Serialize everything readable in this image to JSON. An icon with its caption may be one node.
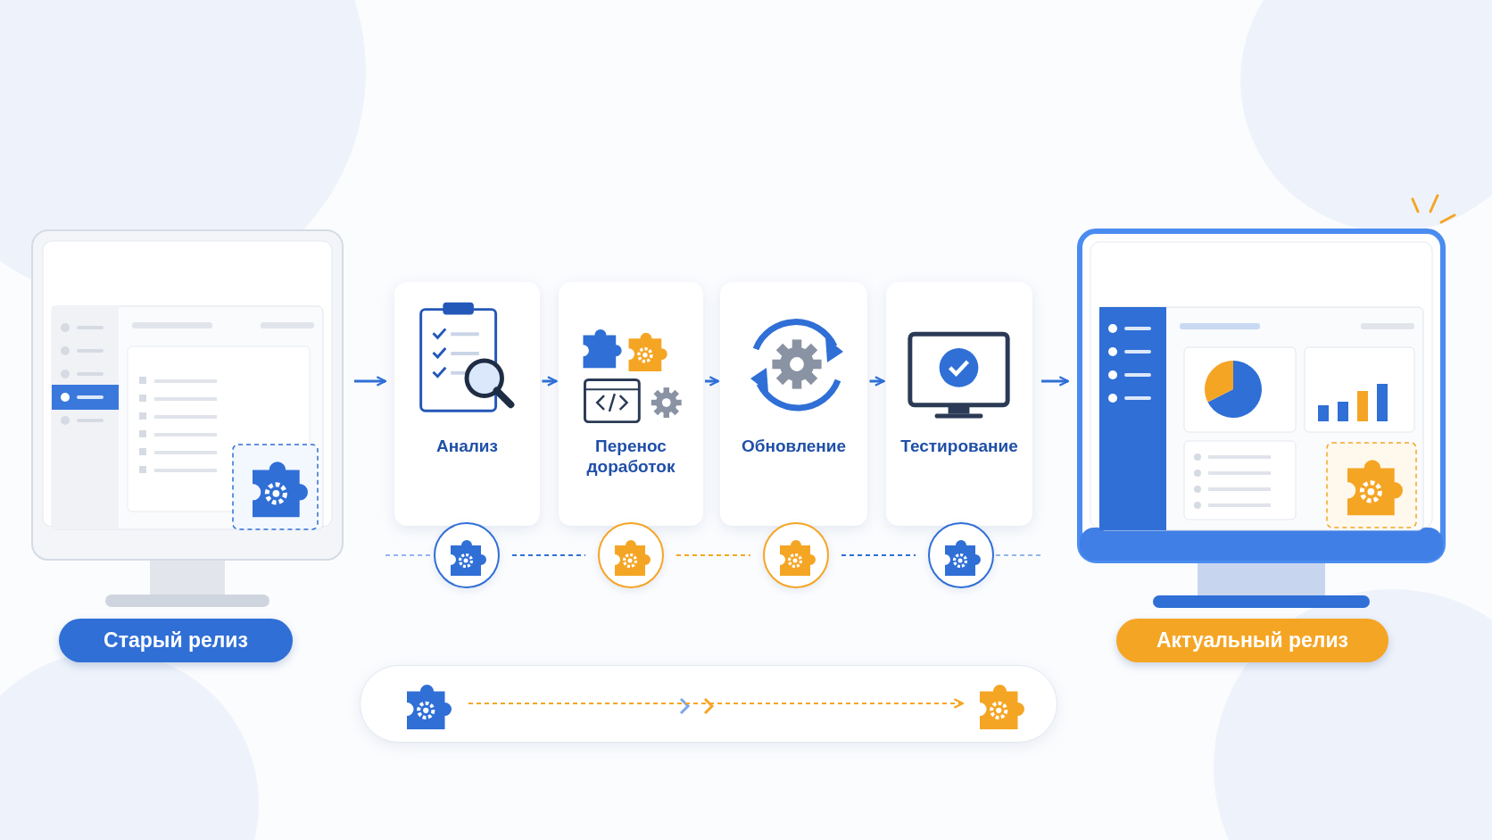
{
  "diagram": {
    "nodes": [
      {
        "text": [],
        "shape": "picture",
        "beside": [
          "Старый релиз"
        ]
      },
      {
        "text": [
          "Анализ"
        ]
      },
      {
        "text": [
          "Перенос доработок"
        ]
      },
      {
        "text": [
          "Обновление"
        ]
      },
      {
        "text": [
          "Тестирование"
        ]
      },
      {
        "text": [],
        "shape": "picture",
        "beside": [
          "Актуальный релиз"
        ]
      },
      {
        "text": [],
        "shape": "circle"
      },
      {
        "text": [],
        "shape": "circle"
      },
      {
        "text": [],
        "shape": "circle"
      },
      {
        "text": [],
        "shape": "circle"
      },
      {
        "text": [],
        "shape": "box"
      },
      {
        "text": [],
        "shape": "picture",
        "in": 10
      },
      {
        "text": [],
        "shape": "picture",
        "in": 10
      }
    ],
    "edges": [
      {
        "from": 0,
        "to": 1,
        "arrow": "to"
      },
      {
        "from": 1,
        "to": 2,
        "arrow": "to"
      },
      {
        "from": 2,
        "to": 3,
        "arrow": "to"
      },
      {
        "from": 3,
        "to": 4,
        "arrow": "to"
      },
      {
        "from": 4,
        "to": 5,
        "arrow": "to"
      },
      {
        "from": 6,
        "to": 7,
        "arrow": "none",
        "style": "dashed"
      },
      {
        "from": 7,
        "to": 8,
        "arrow": "none",
        "style": "dashed",
        "color": "#f5a524"
      },
      {
        "from": 8,
        "to": 9,
        "arrow": "none",
        "style": "dashed"
      },
      {
        "from": 11,
        "to": 12,
        "arrow": "to",
        "style": "dashed",
        "color": "#f5a524"
      }
    ]
  }
}
